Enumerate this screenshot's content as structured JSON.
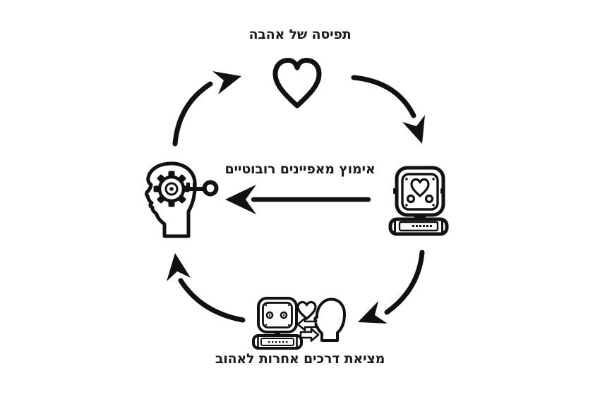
{
  "diagram": {
    "labels": {
      "top": "תפיסה של אהבה",
      "center": "אימוץ מאפיינים רובוטיים",
      "bottom": "מציאת דרכים אחרות לאהוב"
    },
    "icons": [
      "heart-icon",
      "robot-heart-face-icon",
      "head-gear-key-icon",
      "robot-human-heart-exchange-icon",
      "curved-arrow-top-left",
      "curved-arrow-top-right",
      "curved-arrow-bottom-right",
      "curved-arrow-bottom-left",
      "straight-left-arrow"
    ],
    "colors": {
      "background": "#ffffff",
      "ink": "#111111",
      "text": "#1b1b1b"
    }
  }
}
